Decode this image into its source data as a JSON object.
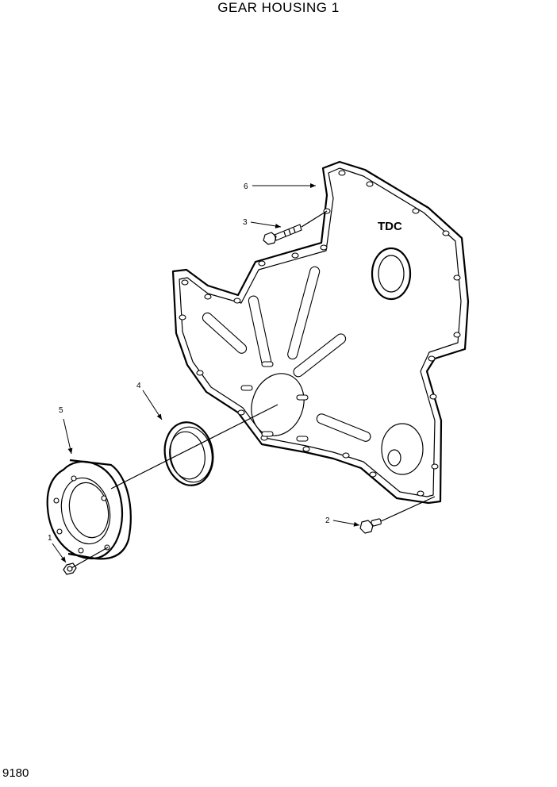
{
  "title": "GEAR HOUSING 1",
  "page_number": "9180",
  "cover_marking": "TDC",
  "callouts": [
    "1",
    "2",
    "3",
    "4",
    "5",
    "6"
  ]
}
